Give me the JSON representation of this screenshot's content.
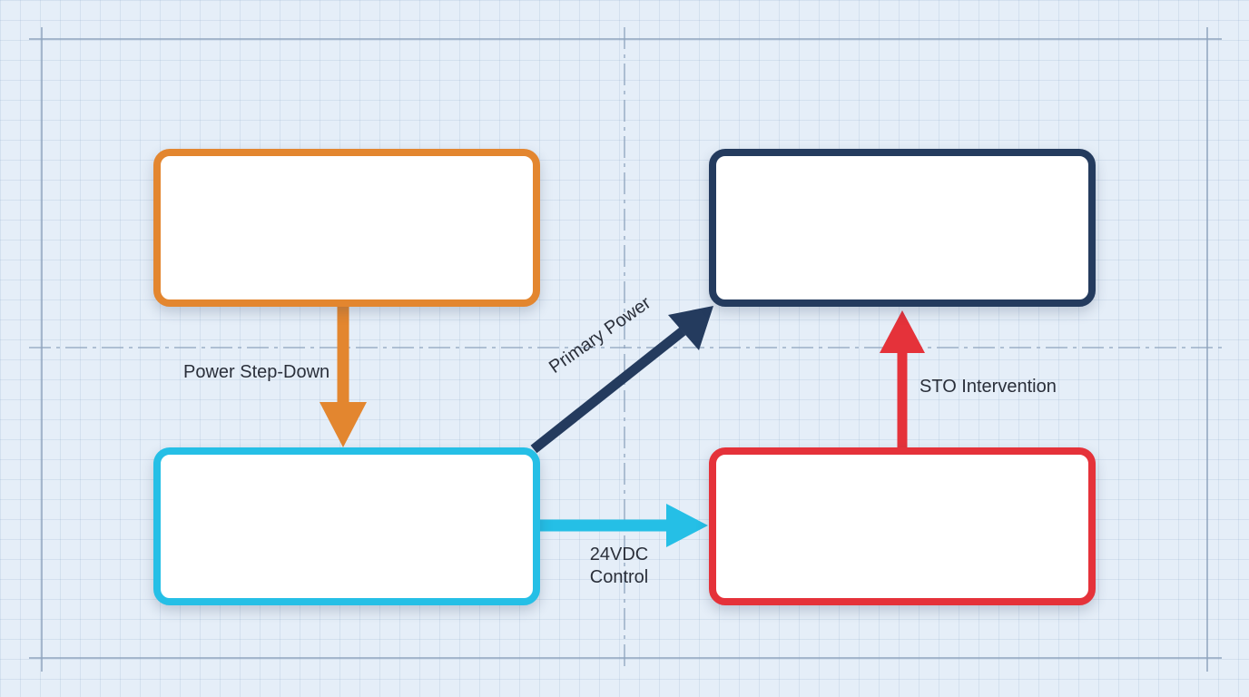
{
  "colors": {
    "background": "#e5eef8",
    "grid": "#b9c9dd",
    "orange": "#e3862f",
    "navy": "#243b5e",
    "cyan": "#25bfe6",
    "red": "#e5323a",
    "text": "#2a2f3a"
  },
  "connections": {
    "step_down": {
      "label": "Power Step-Down"
    },
    "primary_power": {
      "label": "Primary Power"
    },
    "control": {
      "line1": "24VDC",
      "line2": "Control"
    },
    "sto": {
      "label": "STO Intervention"
    }
  }
}
